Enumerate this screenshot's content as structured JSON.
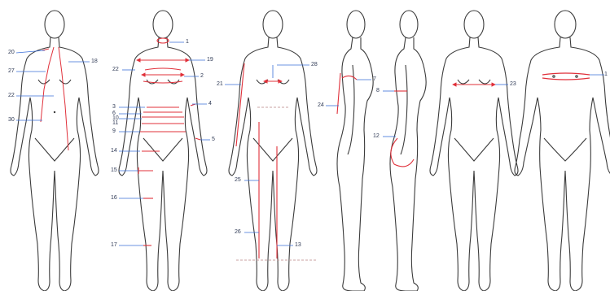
{
  "colors": {
    "outline": "#3b3b3b",
    "measure": "#e0303a",
    "leader": "#3a6fd8",
    "label": "#2f3a55",
    "background": "#ffffff"
  },
  "figures": [
    {
      "view": "front",
      "sex": "female",
      "labels": [
        "20",
        "18",
        "27",
        "22",
        "30"
      ]
    },
    {
      "view": "front",
      "sex": "female",
      "labels": [
        "1",
        "22",
        "19",
        "2",
        "3",
        "4",
        "6",
        "10",
        "11",
        "9",
        "5",
        "14",
        "15",
        "16",
        "17"
      ]
    },
    {
      "view": "front",
      "sex": "female",
      "labels": [
        "28",
        "21",
        "25",
        "26",
        "13"
      ]
    },
    {
      "view": "side",
      "sex": "female",
      "labels": [
        "7",
        "24"
      ]
    },
    {
      "view": "side",
      "sex": "female",
      "labels": [
        "8",
        "12"
      ]
    },
    {
      "view": "back",
      "sex": "female",
      "labels": [
        "23"
      ]
    },
    {
      "view": "front",
      "sex": "male",
      "labels": [
        "1"
      ]
    }
  ]
}
